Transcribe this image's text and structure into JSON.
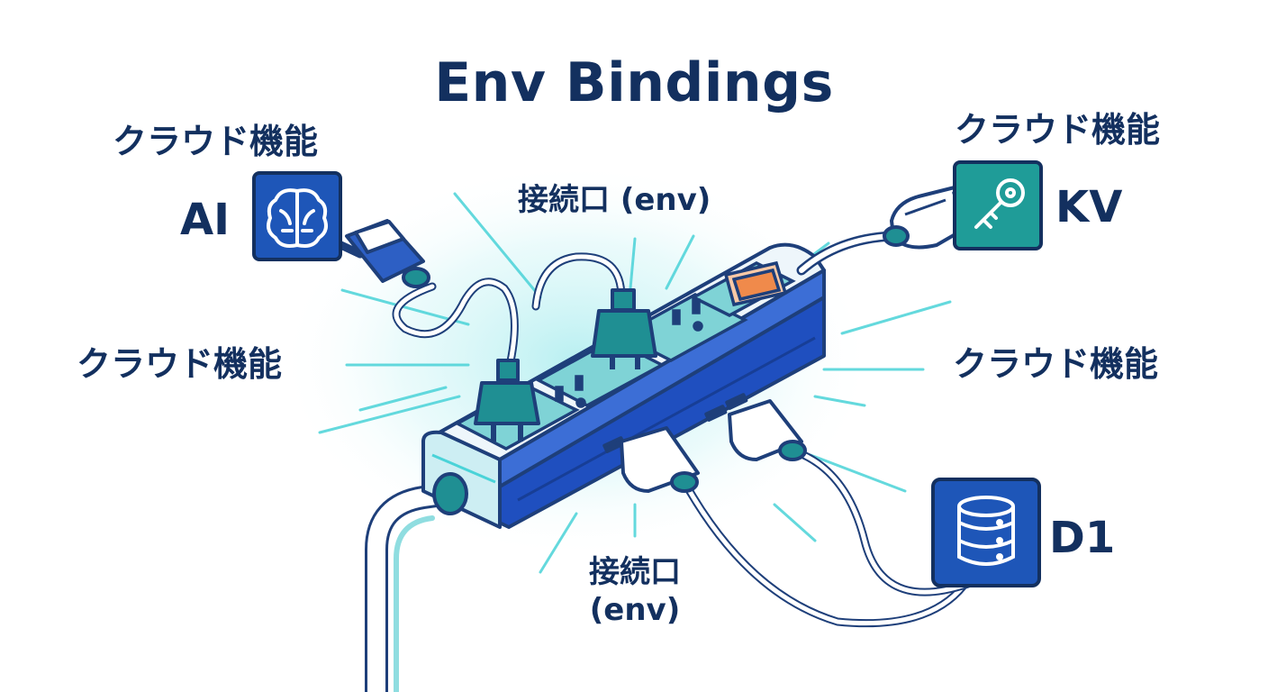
{
  "title": "Env Bindings",
  "cloud_label": "クラウド機能",
  "port_label": "接続口 (env)",
  "port_label_lines": [
    "接続口",
    "(env)"
  ],
  "services": {
    "ai": {
      "label": "AI",
      "icon": "brain-icon",
      "color": "#1e56b8"
    },
    "kv": {
      "label": "KV",
      "icon": "key-icon",
      "color": "#1f9c98"
    },
    "d1": {
      "label": "D1",
      "icon": "database-icon",
      "color": "#1e56b8"
    }
  },
  "colors": {
    "ink": "#13305f",
    "strip_blue": "#1f4fbf",
    "strip_top": "#eef6fb",
    "teal": "#1f8f93",
    "glow": "#4ad3d8",
    "switch": "#f08a4b"
  }
}
